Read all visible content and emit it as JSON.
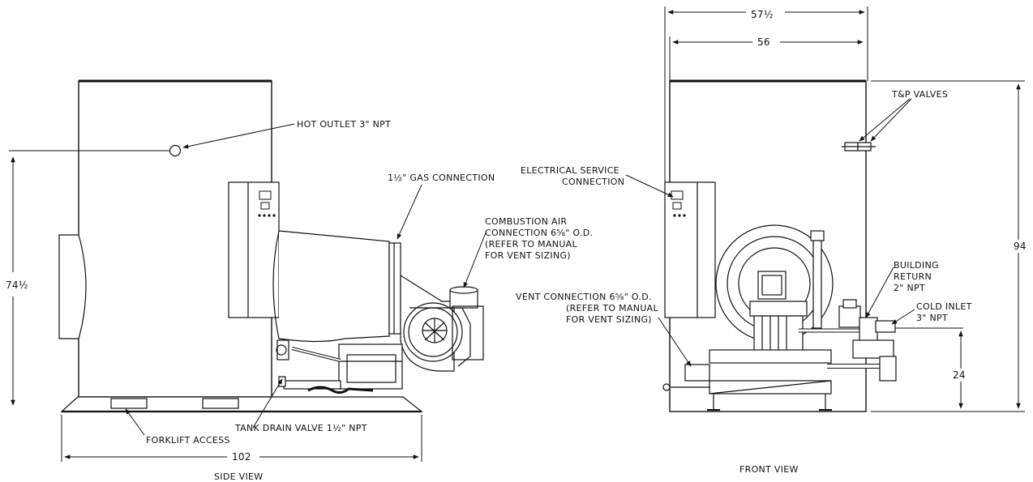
{
  "side_view": {
    "title": "SIDE VIEW",
    "labels": {
      "hot_outlet": "HOT OUTLET 3\" NPT",
      "gas_connection": "1½\" GAS CONNECTION",
      "combustion_air_1": "COMBUSTION AIR",
      "combustion_air_2": "CONNECTION 6⅝\" O.D.",
      "combustion_air_3": "(REFER TO MANUAL",
      "combustion_air_4": "FOR VENT SIZING)",
      "forklift": "FORKLIFT ACCESS",
      "tank_drain": "TANK DRAIN VALVE 1½\" NPT"
    },
    "dimensions": {
      "height": "74½",
      "width": "102"
    }
  },
  "front_view": {
    "title": "FRONT VIEW",
    "labels": {
      "tp_valves": "T&P VALVES",
      "electrical_1": "ELECTRICAL SERVICE",
      "electrical_2": "CONNECTION",
      "vent_1": "VENT CONNECTION 6⅝\" O.D.",
      "vent_2": "(REFER TO MANUAL",
      "vent_3": "FOR VENT SIZING)",
      "building_return_1": "BUILDING",
      "building_return_2": "RETURN",
      "building_return_3": "2\" NPT",
      "cold_inlet_1": "COLD INLET",
      "cold_inlet_2": "3\" NPT"
    },
    "dimensions": {
      "outer_width": "57½",
      "inner_width": "56",
      "height": "94",
      "inlet_height": "24"
    }
  }
}
